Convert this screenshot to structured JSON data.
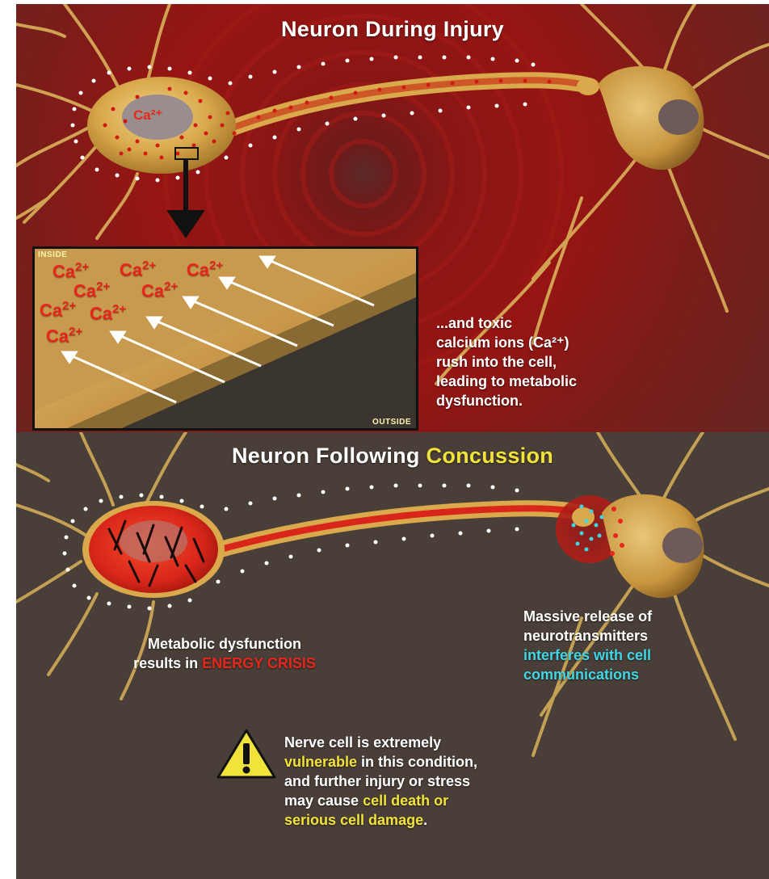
{
  "top_panel": {
    "title": "Neuron During Injury",
    "soma_label": "Ca²⁺",
    "inset": {
      "inside_label": "INSIDE",
      "outside_label": "OUTSIDE",
      "ion_label": "Ca",
      "ion_charge": "2+"
    },
    "caption": [
      "...and toxic",
      "calcium ions (Ca²⁺)",
      "rush into the cell,",
      "leading to metabolic",
      "dysfunction."
    ]
  },
  "bottom_panel": {
    "title_main": "Neuron Following ",
    "title_highlight": "Concussion",
    "left_caption_line1": "Metabolic dysfunction",
    "left_caption_line2_prefix": "results in ",
    "left_caption_highlight": "ENERGY CRISIS",
    "right_caption_line1": "Massive release of",
    "right_caption_line2": "neurotransmitters",
    "right_caption_highlight1": "interferes with cell",
    "right_caption_highlight2": "communications",
    "warning": {
      "line1": "Nerve cell is extremely",
      "line2_highlight": "vulnerable",
      "line2_rest": " in this condition,",
      "line3": "and further injury or stress",
      "line4_prefix": "may cause ",
      "line4_highlight": "cell death or",
      "line5_highlight": "serious cell damage",
      "line5_rest": "."
    }
  },
  "colors": {
    "injury_red": "#961512",
    "background_brown": "#4a3f38",
    "neuron_gold": "#d9b15a",
    "ion_red": "#e8261b",
    "highlight_yellow": "#f2e33a",
    "highlight_cyan": "#3fd6e6"
  },
  "icons": [
    "black-arrow-down-icon",
    "warning-triangle-icon"
  ]
}
